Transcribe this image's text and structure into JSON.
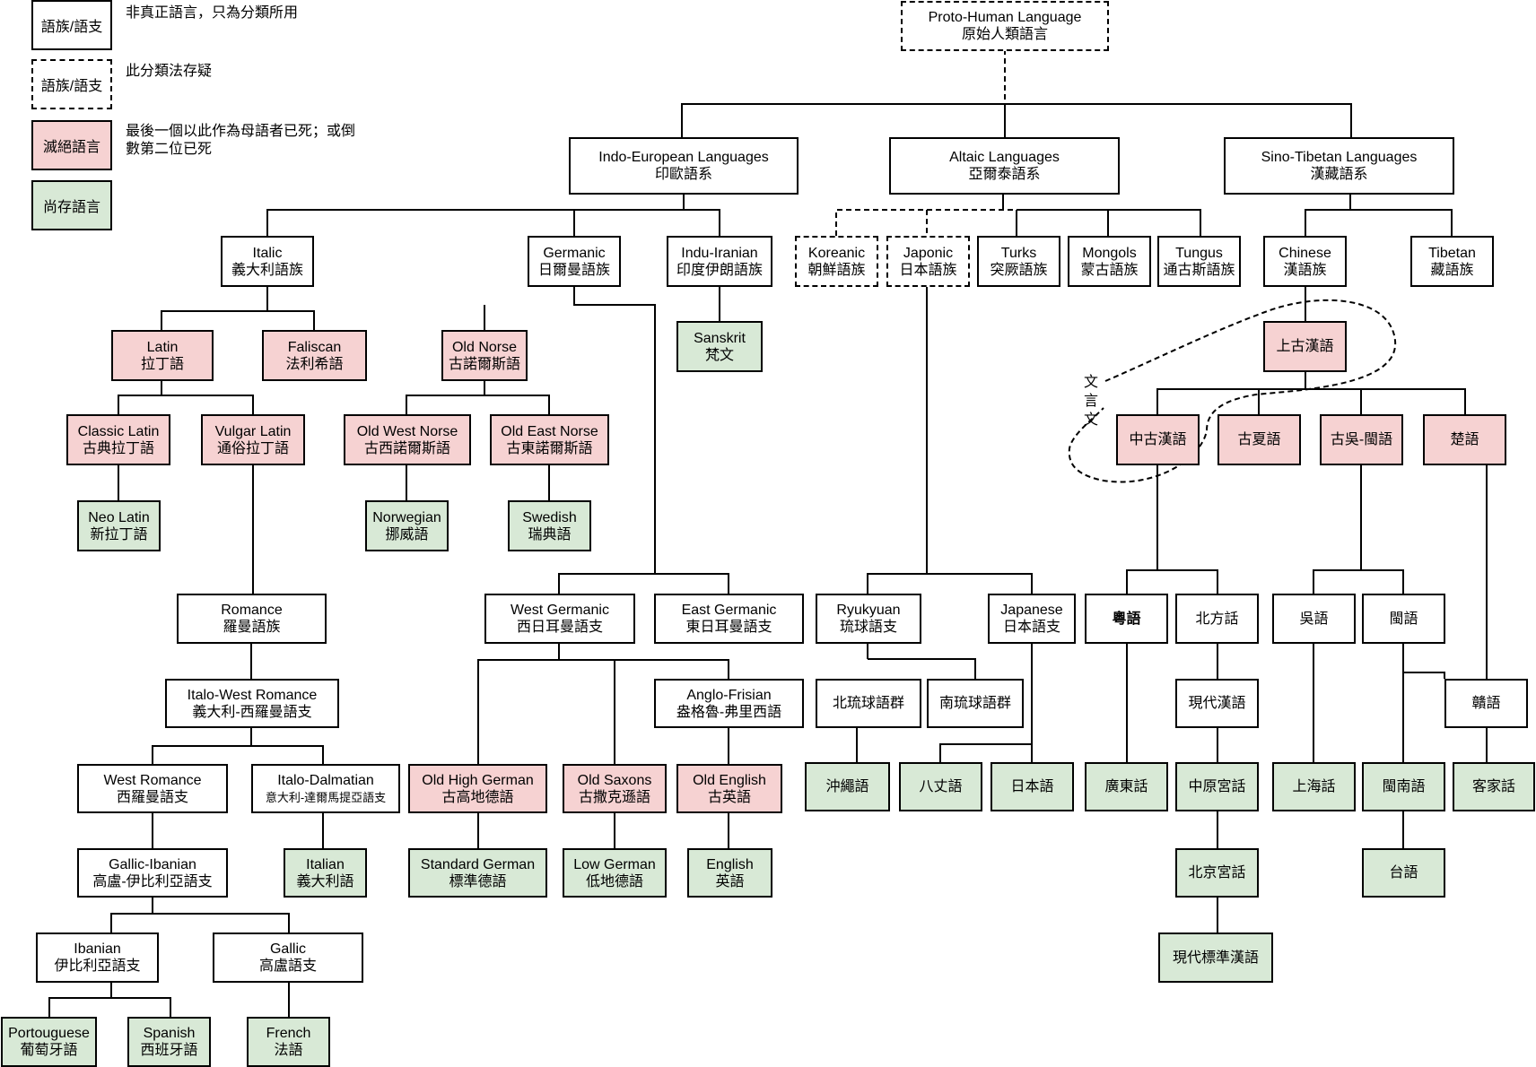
{
  "colors": {
    "extinct": "#f6d2d2",
    "extant": "#d8e9d6",
    "border": "#000000"
  },
  "legend": [
    {
      "box": "語族/語支",
      "style": "solid",
      "desc": "非真正語言，只為分類所用"
    },
    {
      "box": "語族/語支",
      "style": "dashed",
      "desc": "此分類法存疑"
    },
    {
      "box": "滅絕語言",
      "style": "extinct",
      "desc": "最後一個以此作為母語者已死；或倒數第二位已死"
    },
    {
      "box": "尚存語言",
      "style": "extant",
      "desc": ""
    }
  ],
  "wenyan": "文言文",
  "nodes": {
    "proto": {
      "l1": "Proto-Human Language",
      "l2": "原始人類語言"
    },
    "ie": {
      "l1": "Indo-European Languages",
      "l2": "印歐語系"
    },
    "altaic": {
      "l1": "Altaic Languages",
      "l2": "亞爾泰語系"
    },
    "st": {
      "l1": "Sino-Tibetan Languages",
      "l2": "漢藏語系"
    },
    "italic": {
      "l1": "Italic",
      "l2": "義大利語族"
    },
    "germanic": {
      "l1": "Germanic",
      "l2": "日爾曼語族"
    },
    "induiranian": {
      "l1": "Indu-Iranian",
      "l2": "印度伊朗語族"
    },
    "koreanic": {
      "l1": "Koreanic",
      "l2": "朝鮮語族"
    },
    "japonic": {
      "l1": "Japonic",
      "l2": "日本語族"
    },
    "turks": {
      "l1": "Turks",
      "l2": "突厥語族"
    },
    "mongols": {
      "l1": "Mongols",
      "l2": "蒙古語族"
    },
    "tungus": {
      "l1": "Tungus",
      "l2": "通古斯語族"
    },
    "chinese": {
      "l1": "Chinese",
      "l2": "漢語族"
    },
    "tibetan": {
      "l1": "Tibetan",
      "l2": "藏語族"
    },
    "latin": {
      "l1": "Latin",
      "l2": "拉丁語"
    },
    "faliscan": {
      "l1": "Faliscan",
      "l2": "法利希語"
    },
    "oldnorse": {
      "l1": "Old Norse",
      "l2": "古諾爾斯語"
    },
    "sanskrit": {
      "l1": "Sanskrit",
      "l2": "梵文"
    },
    "shanggu": {
      "l1": "上古漢語",
      "l2": ""
    },
    "classiclatin": {
      "l1": "Classic Latin",
      "l2": "古典拉丁語"
    },
    "vulgarlatin": {
      "l1": "Vulgar Latin",
      "l2": "通俗拉丁語"
    },
    "oldwestnorse": {
      "l1": "Old West Norse",
      "l2": "古西諾爾斯語"
    },
    "oldeastnorse": {
      "l1": "Old East Norse",
      "l2": "古東諾爾斯語"
    },
    "zhonggu": {
      "l1": "中古漢語",
      "l2": ""
    },
    "guxia": {
      "l1": "古夏語",
      "l2": ""
    },
    "guwumin": {
      "l1": "古吳-閩語",
      "l2": ""
    },
    "chu": {
      "l1": "楚語",
      "l2": ""
    },
    "neolatin": {
      "l1": "Neo Latin",
      "l2": "新拉丁語"
    },
    "norwegian": {
      "l1": "Norwegian",
      "l2": "挪威語"
    },
    "swedish": {
      "l1": "Swedish",
      "l2": "瑞典語"
    },
    "romance": {
      "l1": "Romance",
      "l2": "羅曼語族"
    },
    "westgermanic": {
      "l1": "West Germanic",
      "l2": "西日耳曼語支"
    },
    "eastgermanic": {
      "l1": "East Germanic",
      "l2": "東日耳曼語支"
    },
    "ryukyuan": {
      "l1": "Ryukyuan",
      "l2": "琉球語支"
    },
    "japanese": {
      "l1": "Japanese",
      "l2": "日本語支"
    },
    "yue": {
      "l1": "粵語",
      "l2": ""
    },
    "beifang": {
      "l1": "北方話",
      "l2": ""
    },
    "wu": {
      "l1": "吳語",
      "l2": ""
    },
    "min": {
      "l1": "閩語",
      "l2": ""
    },
    "italowest": {
      "l1": "Italo-West Romance",
      "l2": "義大利-西羅曼語支"
    },
    "anglofrisian": {
      "l1": "Anglo-Frisian",
      "l2": "盎格魯-弗里西語"
    },
    "northryukyu": {
      "l1": "北琉球語群",
      "l2": ""
    },
    "southryukyu": {
      "l1": "南琉球語群",
      "l2": ""
    },
    "xiandai": {
      "l1": "現代漢語",
      "l2": ""
    },
    "gan": {
      "l1": "贛語",
      "l2": ""
    },
    "westromance": {
      "l1": "West Romance",
      "l2": "西羅曼語支"
    },
    "italodalmatian": {
      "l1": "Italo-Dalmatian",
      "l2": "意大利-達爾馬提亞語支"
    },
    "ohg": {
      "l1": "Old High German",
      "l2": "古高地德語"
    },
    "oldsaxons": {
      "l1": "Old Saxons",
      "l2": "古撒克遜語"
    },
    "oldenglish": {
      "l1": "Old English",
      "l2": "古英語"
    },
    "okinawa": {
      "l1": "沖繩語",
      "l2": ""
    },
    "hachijo": {
      "l1": "八丈語",
      "l2": ""
    },
    "nihongo": {
      "l1": "日本語",
      "l2": ""
    },
    "cantonese": {
      "l1": "廣東話",
      "l2": ""
    },
    "zhongyuan": {
      "l1": "中原宮話",
      "l2": ""
    },
    "shanghai": {
      "l1": "上海話",
      "l2": ""
    },
    "minnan": {
      "l1": "閩南語",
      "l2": ""
    },
    "hakka": {
      "l1": "客家話",
      "l2": ""
    },
    "gallicibanian": {
      "l1": "Gallic-Ibanian",
      "l2": "高盧-伊比利亞語支"
    },
    "italian": {
      "l1": "Italian",
      "l2": "義大利語"
    },
    "stdgerman": {
      "l1": "Standard German",
      "l2": "標準德語"
    },
    "lowgerman": {
      "l1": "Low German",
      "l2": "低地德語"
    },
    "english": {
      "l1": "English",
      "l2": "英語"
    },
    "beijing": {
      "l1": "北京宮話",
      "l2": ""
    },
    "taiyu": {
      "l1": "台語",
      "l2": ""
    },
    "ibanian": {
      "l1": "Ibanian",
      "l2": "伊比利亞語支"
    },
    "gallic": {
      "l1": "Gallic",
      "l2": "高盧語支"
    },
    "modernstd": {
      "l1": "現代標準漢語",
      "l2": ""
    },
    "portuguese": {
      "l1": "Portouguese",
      "l2": "葡萄牙語"
    },
    "spanish": {
      "l1": "Spanish",
      "l2": "西班牙語"
    },
    "french": {
      "l1": "French",
      "l2": "法語"
    }
  }
}
